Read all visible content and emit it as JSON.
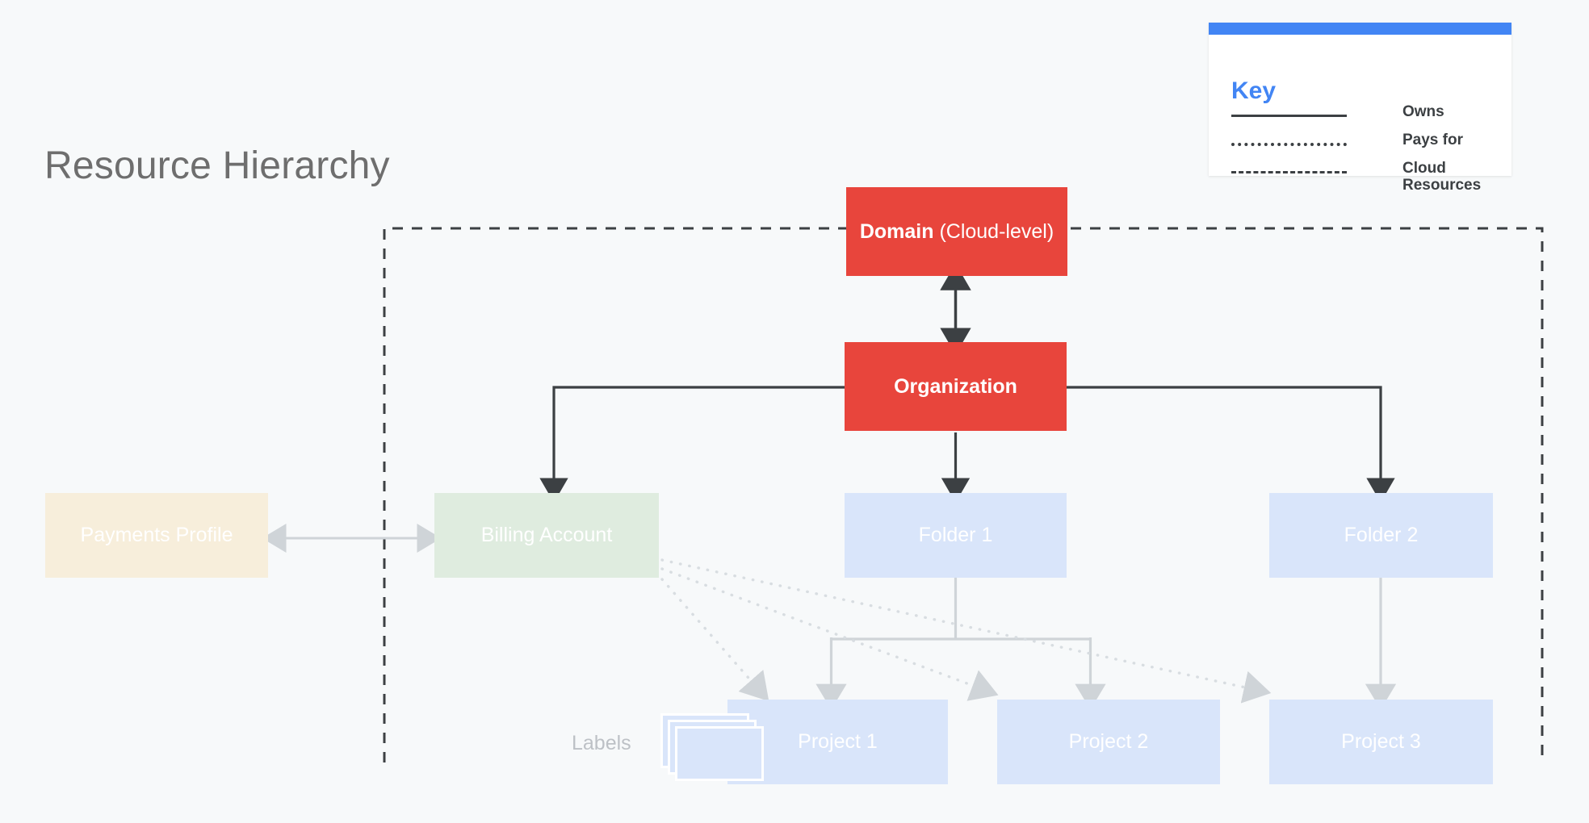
{
  "page": {
    "title": "Resource Hierarchy",
    "background_color": "#f7f9fa"
  },
  "key": {
    "title": "Key",
    "accent_color": "#4285f4",
    "items": [
      {
        "style": "solid",
        "label": "Owns"
      },
      {
        "style": "dotted",
        "label": "Pays for"
      },
      {
        "style": "dashed",
        "label": "Cloud Resources"
      }
    ]
  },
  "diagram": {
    "type": "hierarchy",
    "boundary": {
      "label": "Cloud Resources",
      "style": "dashed"
    },
    "nodes": [
      {
        "id": "domain",
        "label_bold": "Domain",
        "label_regular": " (Cloud-level)",
        "color": "#e8453c",
        "text_color": "#ffffff",
        "level": "domain"
      },
      {
        "id": "org",
        "label": "Organization",
        "color": "#e8453c",
        "text_color": "#ffffff",
        "level": "organization"
      },
      {
        "id": "payments",
        "label": "Payments Profile",
        "color": "#f7eedb",
        "text_color": "#ffffff",
        "level": "billing"
      },
      {
        "id": "billing",
        "label": "Billing Account",
        "color": "#dfecdf",
        "text_color": "#ffffff",
        "level": "billing"
      },
      {
        "id": "folder1",
        "label": "Folder 1",
        "color": "#d9e5fa",
        "text_color": "#ffffff",
        "level": "folder"
      },
      {
        "id": "folder2",
        "label": "Folder 2",
        "color": "#d9e5fa",
        "text_color": "#ffffff",
        "level": "folder"
      },
      {
        "id": "project1",
        "label": "Project 1",
        "color": "#d9e5fa",
        "text_color": "#ffffff",
        "level": "project"
      },
      {
        "id": "project2",
        "label": "Project 2",
        "color": "#d9e5fa",
        "text_color": "#ffffff",
        "level": "project"
      },
      {
        "id": "project3",
        "label": "Project 3",
        "color": "#d9e5fa",
        "text_color": "#ffffff",
        "level": "project"
      }
    ],
    "labels_group": {
      "label": "Labels",
      "card_count": 3,
      "color": "#d9e5fa"
    },
    "edges": [
      {
        "from": "domain",
        "to": "org",
        "style": "solid",
        "relation": "owns",
        "arrows": "both"
      },
      {
        "from": "org",
        "to": "billing",
        "style": "solid",
        "relation": "owns"
      },
      {
        "from": "org",
        "to": "folder1",
        "style": "solid",
        "relation": "owns"
      },
      {
        "from": "org",
        "to": "folder2",
        "style": "solid",
        "relation": "owns"
      },
      {
        "from": "payments",
        "to": "billing",
        "style": "solid",
        "relation": "owns",
        "arrows": "both"
      },
      {
        "from": "folder1",
        "to": "project1",
        "style": "solid",
        "relation": "owns"
      },
      {
        "from": "folder1",
        "to": "project2",
        "style": "solid",
        "relation": "owns"
      },
      {
        "from": "folder2",
        "to": "project3",
        "style": "solid",
        "relation": "owns"
      },
      {
        "from": "billing",
        "to": "project1",
        "style": "dotted",
        "relation": "pays for"
      },
      {
        "from": "billing",
        "to": "project2",
        "style": "dotted",
        "relation": "pays for"
      },
      {
        "from": "billing",
        "to": "project3",
        "style": "dotted",
        "relation": "pays for"
      }
    ]
  }
}
